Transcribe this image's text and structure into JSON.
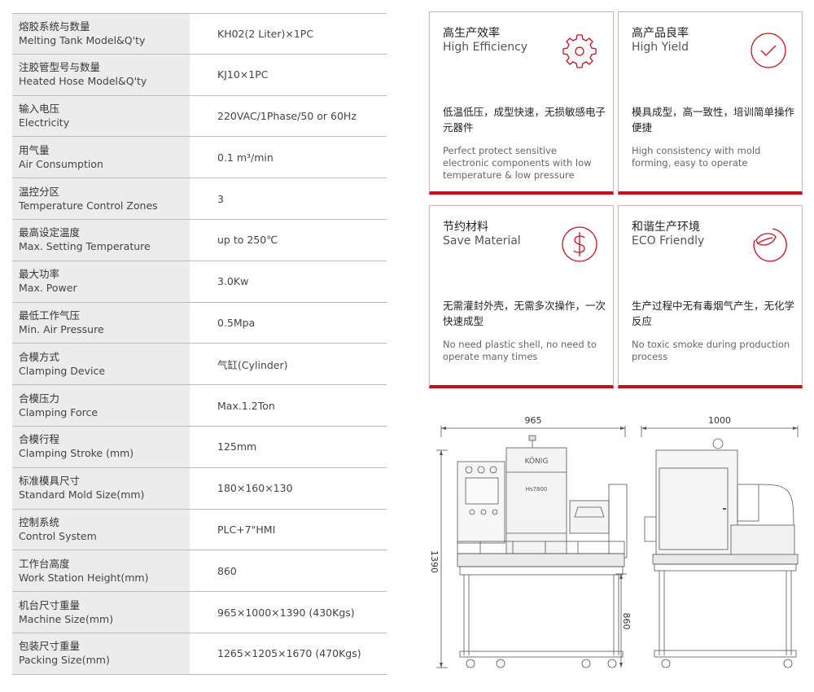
{
  "specs": [
    {
      "zh": "熔胶系统与数量",
      "en": "Melting Tank Model&Q'ty",
      "value": "KH02(2 Liter)×1PC"
    },
    {
      "zh": "注胶管型号与数量",
      "en": "Heated Hose Model&Q'ty",
      "value": "KJ10×1PC"
    },
    {
      "zh": "输入电压",
      "en": "Electricity",
      "value": "220VAC/1Phase/50 or 60Hz"
    },
    {
      "zh": "用气量",
      "en": "Air Consumption",
      "value": "0.1 m³/min"
    },
    {
      "zh": "温控分区",
      "en": "Temperature Control Zones",
      "value": "3"
    },
    {
      "zh": "最高设定温度",
      "en": "Max. Setting Temperature",
      "value": "up to 250℃"
    },
    {
      "zh": "最大功率",
      "en": "Max. Power",
      "value": "3.0Kw"
    },
    {
      "zh": "最低工作气压",
      "en": "Min. Air Pressure",
      "value": "0.5Mpa"
    },
    {
      "zh": "合模方式",
      "en": "Clamping Device",
      "value": "气缸(Cylinder)"
    },
    {
      "zh": "合模压力",
      "en": "Clamping Force",
      "value": "Max.1.2Ton"
    },
    {
      "zh": "合模行程",
      "en": "Clamping Stroke (mm)",
      "value": "125mm"
    },
    {
      "zh": "标准模具尺寸",
      "en": "Standard Mold Size(mm)",
      "value": "180×160×130"
    },
    {
      "zh": "控制系统",
      "en": "Control System",
      "value": "PLC+7\"HMI"
    },
    {
      "zh": "工作台高度",
      "en": "Work Station Height(mm)",
      "value": "860"
    },
    {
      "zh": "机台尺寸重量",
      "en": "Machine Size(mm)",
      "value": "965×1000×1390  (430Kgs)"
    },
    {
      "zh": "包装尺寸重量",
      "en": "Packing Size(mm)",
      "value": "1265×1205×1670  (470Kgs)"
    }
  ],
  "features": [
    {
      "title_zh": "高生产效率",
      "title_en": "High Efficiency",
      "icon": "gear-icon",
      "desc_zh": "低温低压，成型快速，无损敏感电子元器件",
      "desc_en": "Perfect protect sensitive electronic components with low temperature & low pressure"
    },
    {
      "title_zh": "高产品良率",
      "title_en": "High Yield",
      "icon": "checkmark-circle-icon",
      "desc_zh": "模具成型，高一致性，培训简单操作便捷",
      "desc_en": "High consistency with mold forming, easy to operate"
    },
    {
      "title_zh": "节约材料",
      "title_en": "Save Material",
      "icon": "dollar-circle-icon",
      "desc_zh": "无需灌封外壳，无需多次操作，一次快速成型",
      "desc_en": "No need plastic shell, no need to operate many times"
    },
    {
      "title_zh": "和谐生产环境",
      "title_en": "ECO Friendly",
      "icon": "leaf-icon",
      "desc_zh": "生产过程中无有毒烟气产生，无化学反应",
      "desc_en": "No toxic smoke during production process"
    }
  ],
  "drawing": {
    "front_width": "965",
    "side_width": "1000",
    "total_height": "1390",
    "table_height": "860",
    "brand_logo": "KÖNIG",
    "model_label": "Hs7800"
  },
  "colors": {
    "accent": "#c8101b",
    "label_bg": "#ececec",
    "divider": "#bdbdbd"
  }
}
